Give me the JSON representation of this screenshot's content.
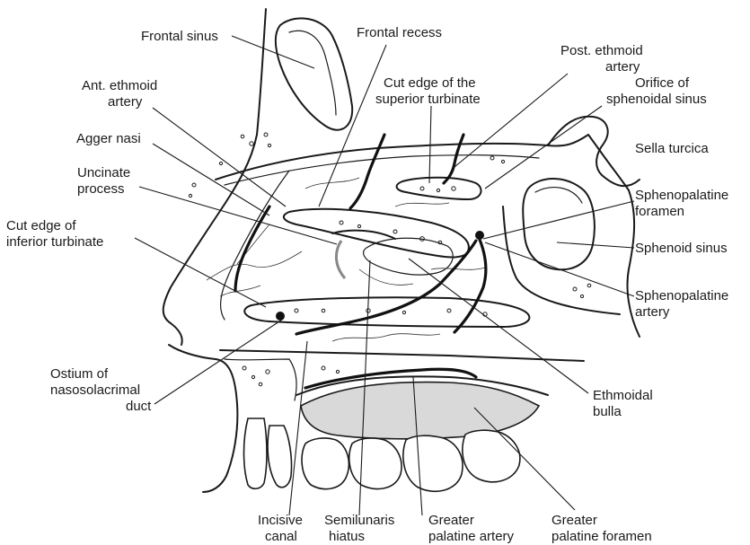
{
  "labels": {
    "frontal_sinus": "Frontal sinus",
    "frontal_recess": "Frontal recess",
    "post_ethmoid_artery_1": "Post. ethmoid",
    "post_ethmoid_artery_2": "artery",
    "cut_edge_superior_1": "Cut edge of the",
    "cut_edge_superior_2": "superior turbinate",
    "ant_ethmoid_artery_1": "Ant. ethmoid",
    "ant_ethmoid_artery_2": "artery",
    "orifice_sphenoidal_1": "Orifice of",
    "orifice_sphenoidal_2": "sphenoidal sinus",
    "agger_nasi": "Agger nasi",
    "sella_turcica": "Sella turcica",
    "uncinate_1": "Uncinate",
    "uncinate_2": "process",
    "sphenopalatine_foramen_1": "Sphenopalatine",
    "sphenopalatine_foramen_2": "foramen",
    "cut_edge_inferior_1": "Cut edge of",
    "cut_edge_inferior_2": "inferior turbinate",
    "sphenoid_sinus": "Sphenoid sinus",
    "sphenopalatine_artery_1": "Sphenopalatine",
    "sphenopalatine_artery_2": "artery",
    "ostium_1": "Ostium of",
    "ostium_2": "nasosolacrimal",
    "ostium_3": "duct",
    "ethmoidal_bulla_1": "Ethmoidal",
    "ethmoidal_bulla_2": "bulla",
    "incisive_canal_1": "Incisive",
    "incisive_canal_2": "canal",
    "semilunaris_1": "Semilunaris",
    "semilunaris_2": "hiatus",
    "greater_palatine_artery_1": "Greater",
    "greater_palatine_artery_2": "palatine artery",
    "greater_palatine_foramen_1": "Greater",
    "greater_palatine_foramen_2": "palatine foramen"
  },
  "colors": {
    "line": "#1a1a1a",
    "vessel": "#111111",
    "palate_shade": "#d9d9d9",
    "background": "#ffffff"
  }
}
